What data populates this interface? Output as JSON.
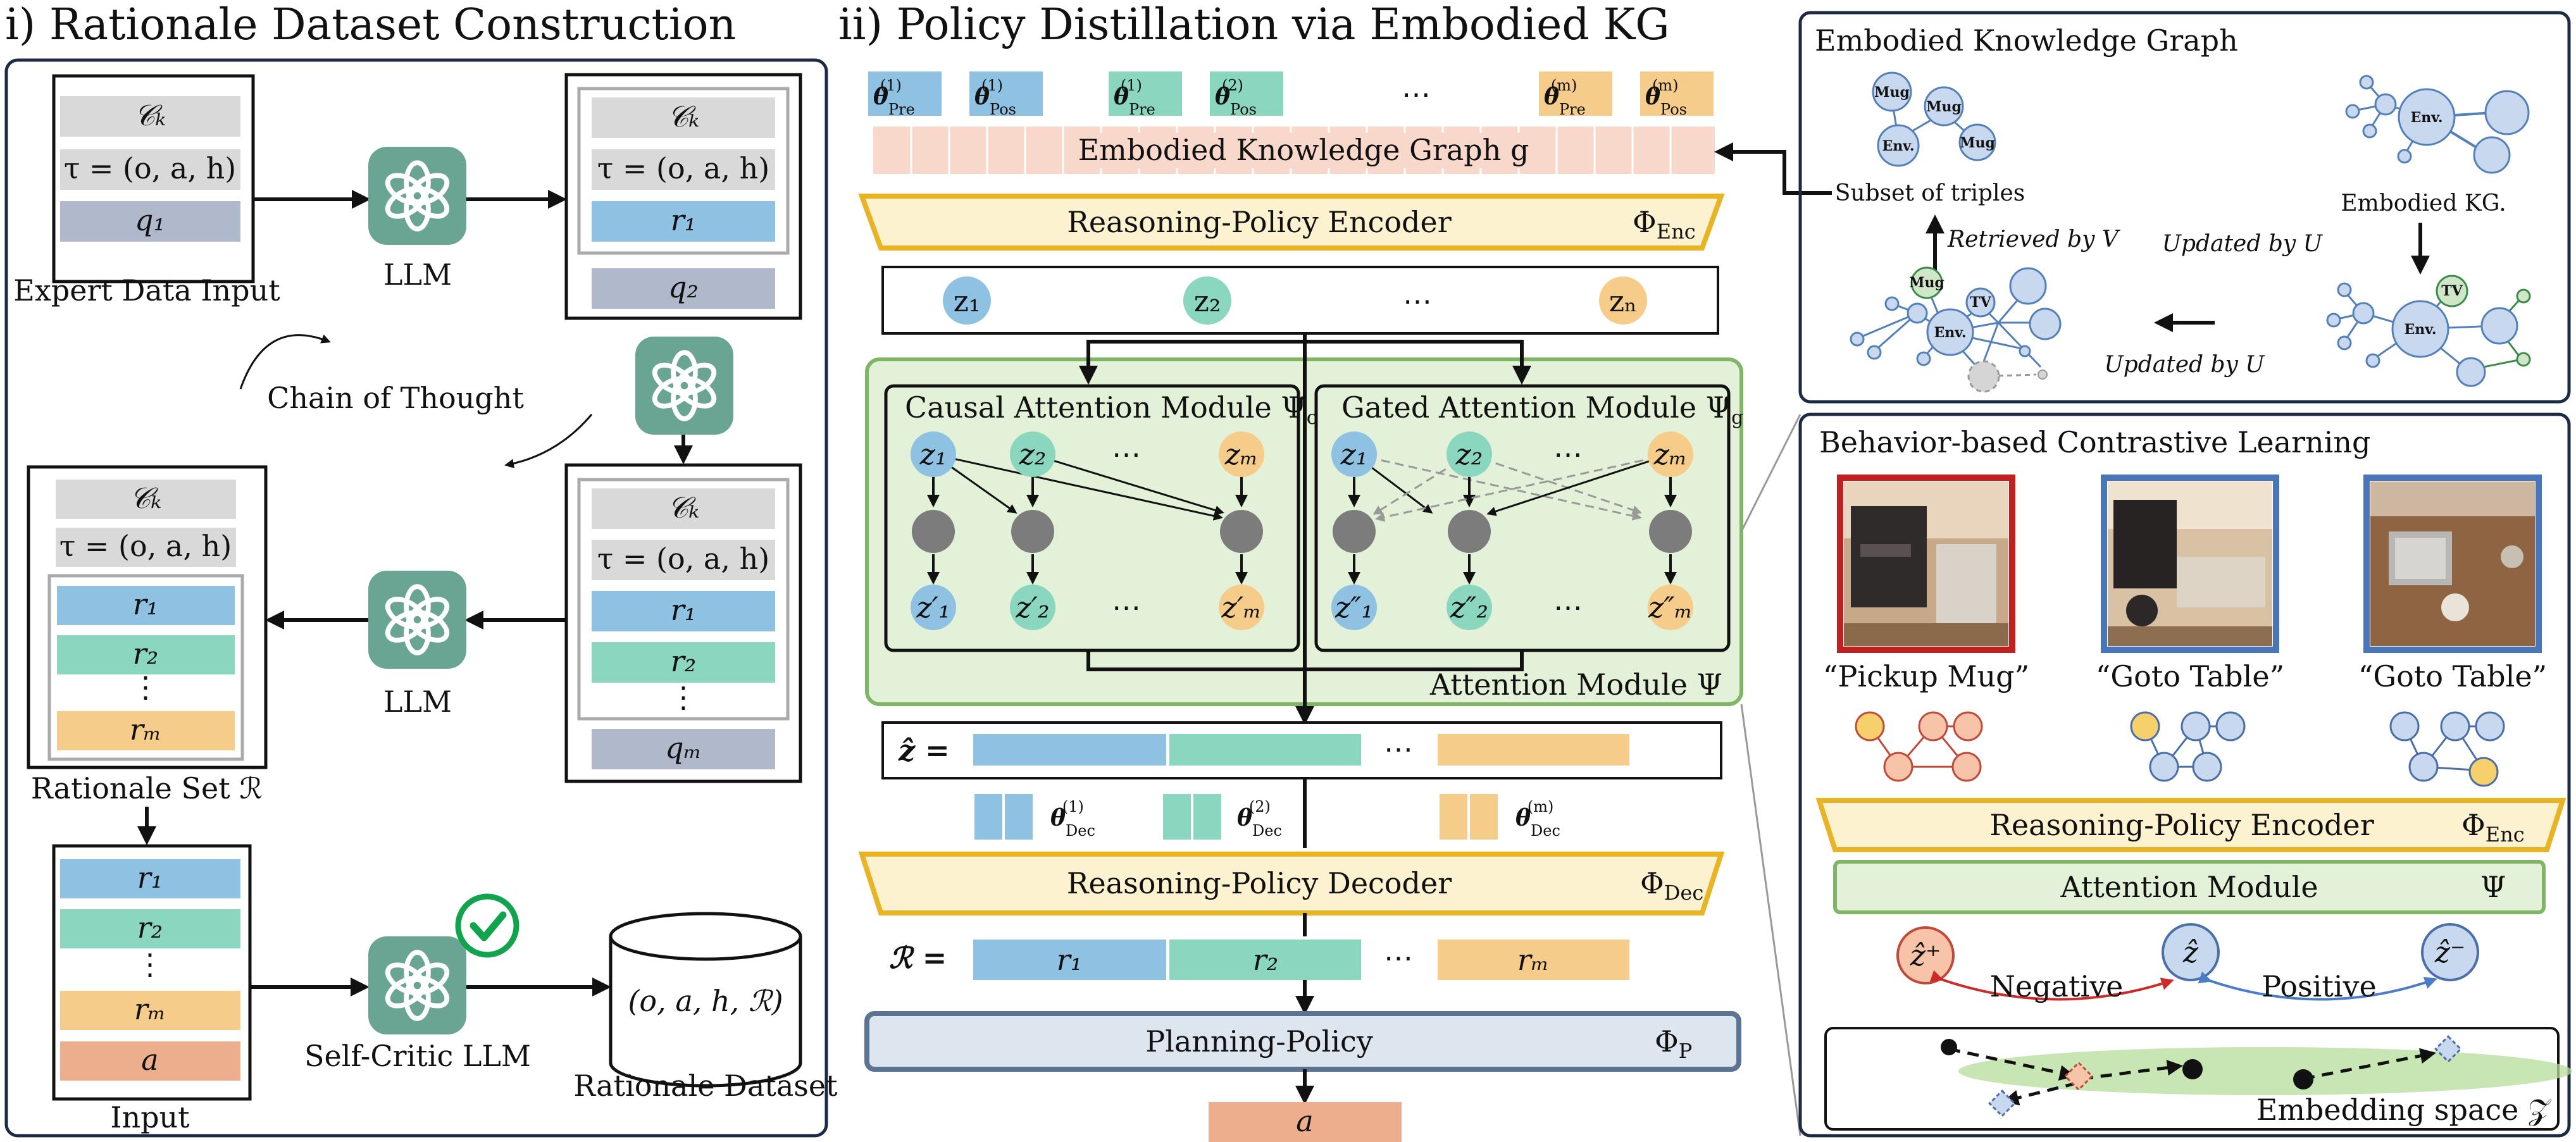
{
  "colors": {
    "panel_border": "#1c2a44",
    "gray_box": "#d9d9d9",
    "blue_box": "#8fc1e3",
    "teal_box": "#8ad6bf",
    "orange_box": "#f6cc8a",
    "salmon_box": "#ecae8c",
    "slate_box": "#b0b8cc",
    "llm_icon": "#6aa593",
    "yellow_border": "#e8b424",
    "yellow_fill": "#fdf2cf",
    "green_fill": "#e3f1d8",
    "green_border": "#7fb564",
    "kg_pink": "#f8d8cb",
    "planning_fill": "#dde5ef",
    "planning_border": "#5c7391",
    "node_gray": "#7c7c7c",
    "graph_node": "#c8d8ee",
    "graph_node_border": "#5380b8",
    "red_frame": "#c02020",
    "blue_frame": "#4a76b8",
    "arrow_red": "#cc2b2b",
    "arrow_blue": "#4a7cc7",
    "check_green": "#11a44c"
  },
  "panel_i": {
    "title": "i) Rationale Dataset Construction",
    "box1": [
      "𝒞ₖ",
      "τ = (o, a, h)",
      "q₁"
    ],
    "box1_caption": "Expert Data Input",
    "llm_label_1": "LLM",
    "box2": [
      "𝒞ₖ",
      "τ = (o, a, h)",
      "r₁",
      "q₂"
    ],
    "chain_of_thought": "Chain of Thought",
    "box3": [
      "𝒞ₖ",
      "τ = (o, a, h)",
      "r₁",
      "r₂",
      "⋮",
      "qₘ"
    ],
    "llm_label_2": "LLM",
    "box4": [
      "𝒞ₖ",
      "τ = (o, a, h)",
      "r₁",
      "r₂",
      "⋮",
      "rₘ"
    ],
    "box4_caption": "Rationale Set ℛ",
    "box5": [
      "r₁",
      "r₂",
      "⋮",
      "rₘ",
      "a"
    ],
    "box5_caption": "Input",
    "critic_label": "Self-Critic LLM",
    "cylinder_text": "(o, a, h, ℛ)",
    "cylinder_caption": "Rationale Dataset"
  },
  "panel_ii": {
    "title": "ii) Policy Distillation via Embodied KG",
    "theta_top": [
      {
        "sym": "θ",
        "sup": "(1)",
        "sub": "Pre"
      },
      {
        "sym": "θ",
        "sup": "(1)",
        "sub": "Pos"
      },
      {
        "sym": "θ",
        "sup": "(1)",
        "sub": "Pre"
      },
      {
        "sym": "θ",
        "sup": "(2)",
        "sub": "Pos"
      },
      {
        "sym": "θ",
        "sup": "(m)",
        "sub": "Pre"
      },
      {
        "sym": "θ",
        "sup": "(m)",
        "sub": "Pos"
      }
    ],
    "dots": "⋯",
    "kg_bar": "Embodied Knowledge Graph g",
    "encoder": "Reasoning-Policy Encoder",
    "encoder_sym": "Φ",
    "encoder_sub": "Enc",
    "z_tokens": [
      "z₁",
      "z₂",
      "zₙ"
    ],
    "causal_title": "Causal Attention Module Ψ",
    "causal_sub": "c",
    "gated_title": "Gated Attention Module Ψ",
    "gated_sub": "g",
    "z_top": [
      "z₁",
      "z₂",
      "zₘ"
    ],
    "z_causal_out": [
      "z′₁",
      "z′₂",
      "z′ₘ"
    ],
    "z_gated_out": [
      "z″₁",
      "z″₂",
      "z″ₘ"
    ],
    "attention_label": "Attention Module Ψ",
    "zhat_label": "ẑ =",
    "theta_dec": [
      {
        "sym": "θ",
        "sup": "(1)",
        "sub": "Dec"
      },
      {
        "sym": "θ",
        "sup": "(2)",
        "sub": "Dec"
      },
      {
        "sym": "θ",
        "sup": "(m)",
        "sub": "Dec"
      }
    ],
    "decoder": "Reasoning-Policy Decoder",
    "decoder_sym": "Φ",
    "decoder_sub": "Dec",
    "r_label": "ℛ =",
    "r_tokens": [
      "r₁",
      "r₂",
      "rₘ"
    ],
    "planning": "Planning-Policy",
    "planning_sym": "Φ",
    "planning_sub": "P",
    "output": "a"
  },
  "panel_kg": {
    "title": "Embodied Knowledge Graph",
    "subset_label": "Subset of triples",
    "kg_label": "Embodied KG.",
    "retrieved": "Retrieved by V",
    "updated_u1": "Updated by U",
    "updated_u2": "Updated by U",
    "node_mug": "Mug",
    "node_env": "Env.",
    "node_tv": "TV"
  },
  "panel_cl": {
    "title": "Behavior-based Contrastive Learning",
    "captions": [
      "“Pickup Mug”",
      "“Goto Table”",
      "“Goto Table”"
    ],
    "encoder": "Reasoning-Policy Encoder",
    "encoder_sym": "Φ",
    "encoder_sub": "Enc",
    "attention": "Attention Module",
    "attention_sym": "Ψ",
    "z_plus": "ẑ⁺",
    "z_hat": "ẑ",
    "z_minus": "ẑ⁻",
    "negative": "Negative",
    "positive": "Positive",
    "embedding": "Embedding space 𝒵"
  }
}
